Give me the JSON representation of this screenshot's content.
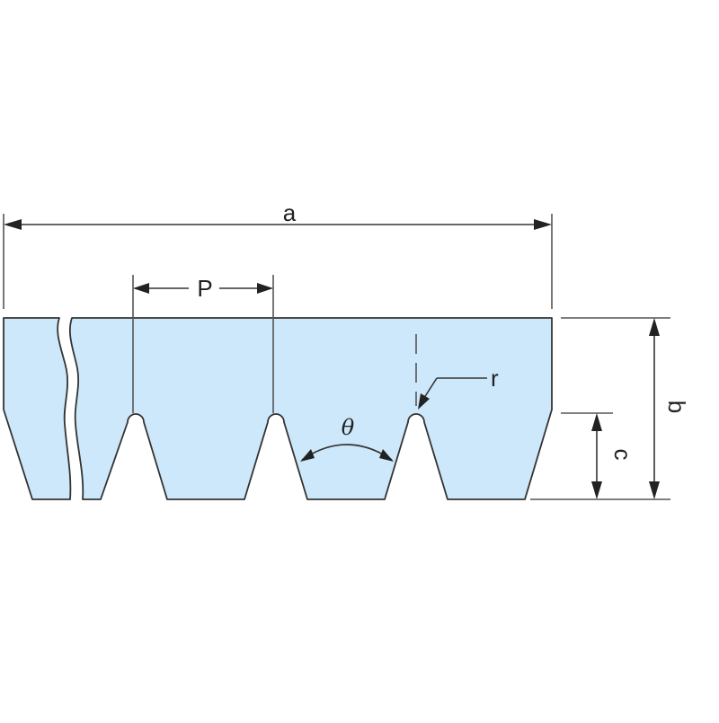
{
  "diagram": {
    "labels": {
      "a": "a",
      "P": "P",
      "r": "r",
      "theta": "θ",
      "b": "b",
      "c": "c"
    },
    "colors": {
      "belt_fill": "#cde8fa",
      "outline": "#333333"
    }
  }
}
